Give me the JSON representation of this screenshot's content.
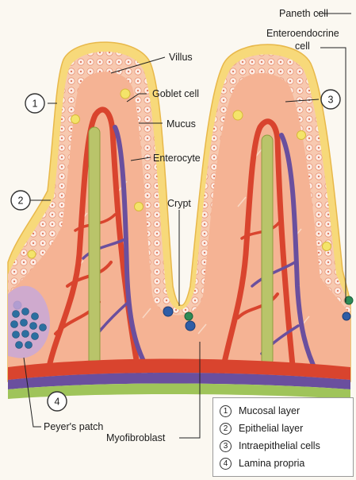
{
  "labels": {
    "paneth_cell": "Paneth cell",
    "enteroendocrine_cell_line1": "Enteroendocrine",
    "enteroendocrine_cell_line2": "cell",
    "villus": "Villus",
    "goblet_cell": "Goblet cell",
    "mucus": "Mucus",
    "enterocyte": "Enterocyte",
    "crypt": "Crypt",
    "peyers_patch": "Peyer's patch",
    "myofibroblast": "Myofibroblast"
  },
  "markers": [
    "1",
    "2",
    "3",
    "4"
  ],
  "legend": [
    {
      "num": "1",
      "label": "Mucosal layer"
    },
    {
      "num": "2",
      "label": "Epithelial layer"
    },
    {
      "num": "3",
      "label": "Intraepithelial cells"
    },
    {
      "num": "4",
      "label": "Lamina propria"
    }
  ],
  "colors": {
    "mucus": "#f7d97a",
    "epithelium": "#f6c3a6",
    "lamina": "#f5b394",
    "artery": "#d9442e",
    "vein": "#6a4f9e",
    "lacteal": "#b9c46a",
    "muscle_green": "#9fc45a",
    "paneth": "#2f5da6",
    "enteroendocrine": "#2e8b57"
  }
}
